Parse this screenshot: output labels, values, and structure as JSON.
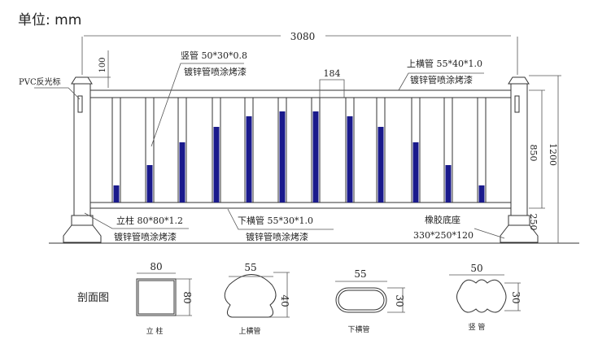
{
  "unit_label": "单位: mm",
  "dimensions": {
    "total_length": "3080",
    "top_offset": "100",
    "spacing": "184",
    "rail_height": "850",
    "total_height": "1200",
    "base_height": "250"
  },
  "labels": {
    "reflector": "PVC反光标",
    "picket_title": "竖管 50*30*0.8",
    "picket_finish": "镀锌管喷涂烤漆",
    "top_rail_title": "上横管 55*40*1.0",
    "top_rail_finish": "镀锌管喷涂烤漆",
    "post_title": "立柱 80*80*1.2",
    "post_finish": "镀锌管喷涂烤漆",
    "bottom_rail_title": "下横管 55*30*1.0",
    "bottom_rail_finish": "镀锌管喷涂烤漆",
    "base_title": "橡胶底座",
    "base_size": "330*250*120"
  },
  "sections": {
    "title": "剖面图",
    "items": [
      {
        "name": "立 柱",
        "width": "80",
        "height": "80"
      },
      {
        "name": "上横管",
        "width": "55",
        "height": "40"
      },
      {
        "name": "下横管",
        "width": "55",
        "height": "30"
      },
      {
        "name": "竖 管",
        "width": "50",
        "height": "30"
      }
    ]
  },
  "colors": {
    "picket_fill": "#1a1a8c"
  }
}
